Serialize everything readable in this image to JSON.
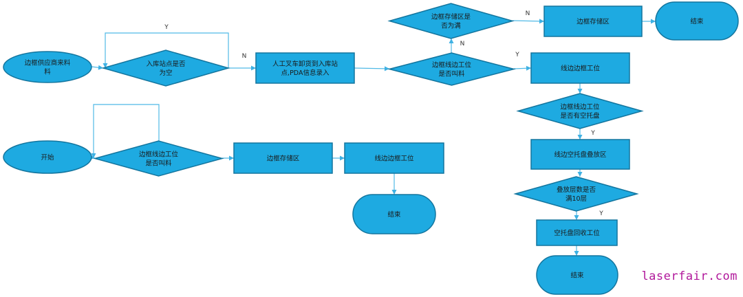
{
  "colors": {
    "node_fill": "#1eaae1",
    "node_stroke": "#13759e",
    "edge": "#4fb9e6",
    "watermark": "#b0169a"
  },
  "nodes": {
    "supplier": {
      "type": "ellipse",
      "lines": [
        "边框供应商来料",
        "料"
      ]
    },
    "inbound_empty": {
      "type": "decision",
      "lines": [
        "入库站点是否",
        "为空"
      ]
    },
    "forklift": {
      "type": "process",
      "lines": [
        "人工叉车卸货到入库站",
        "点,PDA信息录入"
      ]
    },
    "call_check_top": {
      "type": "decision",
      "lines": [
        "边框线边工位",
        "是否叫料"
      ]
    },
    "storage_full": {
      "type": "decision",
      "lines": [
        "边框存储区是",
        "否为满"
      ]
    },
    "storage_top": {
      "type": "process",
      "lines": [
        "边框存储区"
      ]
    },
    "end_top": {
      "type": "terminal",
      "lines": [
        "结束"
      ]
    },
    "line_station_right": {
      "type": "process",
      "lines": [
        "线边边框工位"
      ]
    },
    "empty_pallet_check": {
      "type": "decision",
      "lines": [
        "边框线边工位",
        "是否有空托盘"
      ]
    },
    "stack_area": {
      "type": "process",
      "lines": [
        "线边空托盘叠放区"
      ]
    },
    "stack_full": {
      "type": "decision",
      "lines": [
        "叠放层数是否",
        "满10层"
      ]
    },
    "recycle_station": {
      "type": "process",
      "lines": [
        "空托盘回收工位"
      ]
    },
    "end_right": {
      "type": "terminal",
      "lines": [
        "结束"
      ]
    },
    "start": {
      "type": "ellipse",
      "lines": [
        "开始"
      ]
    },
    "call_check_bottom": {
      "type": "decision",
      "lines": [
        "边框线边工位",
        "是否叫料"
      ]
    },
    "storage_bottom": {
      "type": "process",
      "lines": [
        "边框存储区"
      ]
    },
    "line_station_bottom": {
      "type": "process",
      "lines": [
        "线边边框工位"
      ]
    },
    "end_bottom": {
      "type": "terminal",
      "lines": [
        "结束"
      ]
    }
  },
  "edges": [
    {
      "from": "supplier",
      "to": "inbound_empty",
      "label": ""
    },
    {
      "from": "inbound_empty",
      "to": "inbound_empty",
      "label": "Y"
    },
    {
      "from": "inbound_empty",
      "to": "forklift",
      "label": "N"
    },
    {
      "from": "forklift",
      "to": "call_check_top",
      "label": ""
    },
    {
      "from": "call_check_top",
      "to": "storage_full",
      "label": "N"
    },
    {
      "from": "storage_full",
      "to": "storage_top",
      "label": "N"
    },
    {
      "from": "storage_top",
      "to": "end_top",
      "label": ""
    },
    {
      "from": "call_check_top",
      "to": "line_station_right",
      "label": "Y"
    },
    {
      "from": "line_station_right",
      "to": "empty_pallet_check",
      "label": ""
    },
    {
      "from": "empty_pallet_check",
      "to": "stack_area",
      "label": "Y"
    },
    {
      "from": "stack_area",
      "to": "stack_full",
      "label": ""
    },
    {
      "from": "stack_full",
      "to": "recycle_station",
      "label": "Y"
    },
    {
      "from": "recycle_station",
      "to": "end_right",
      "label": ""
    },
    {
      "from": "start",
      "to": "call_check_bottom",
      "label": ""
    },
    {
      "from": "call_check_bottom",
      "to": "call_check_bottom",
      "label": ""
    },
    {
      "from": "call_check_bottom",
      "to": "storage_bottom",
      "label": ""
    },
    {
      "from": "storage_bottom",
      "to": "line_station_bottom",
      "label": ""
    },
    {
      "from": "line_station_bottom",
      "to": "end_bottom",
      "label": ""
    }
  ],
  "watermark": "laserfair.com"
}
